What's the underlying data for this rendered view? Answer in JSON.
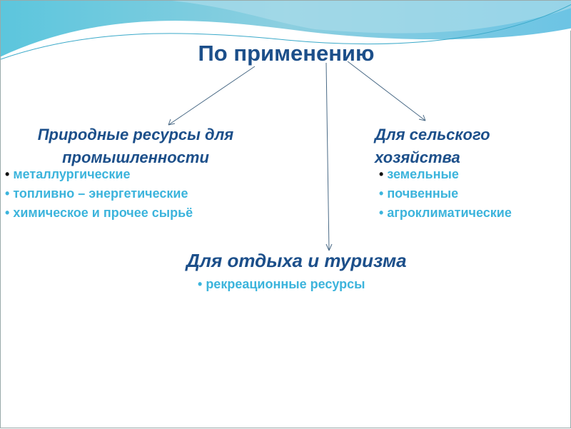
{
  "title": "По применению",
  "colors": {
    "heading": "#1c4f8a",
    "item": "#3cb4dc"
  },
  "branches": [
    {
      "heading": "Природные ресурсы для промышленности",
      "items": [
        "металлургические",
        "топливно – энергетические",
        "химическое и прочее сырьё"
      ]
    },
    {
      "heading": "Для сельского хозяйства",
      "items": [
        "земельные",
        "почвенные",
        "агроклиматические"
      ]
    },
    {
      "heading": "Для отдыха и туризма",
      "items": [
        "рекреационные ресурсы"
      ]
    }
  ]
}
